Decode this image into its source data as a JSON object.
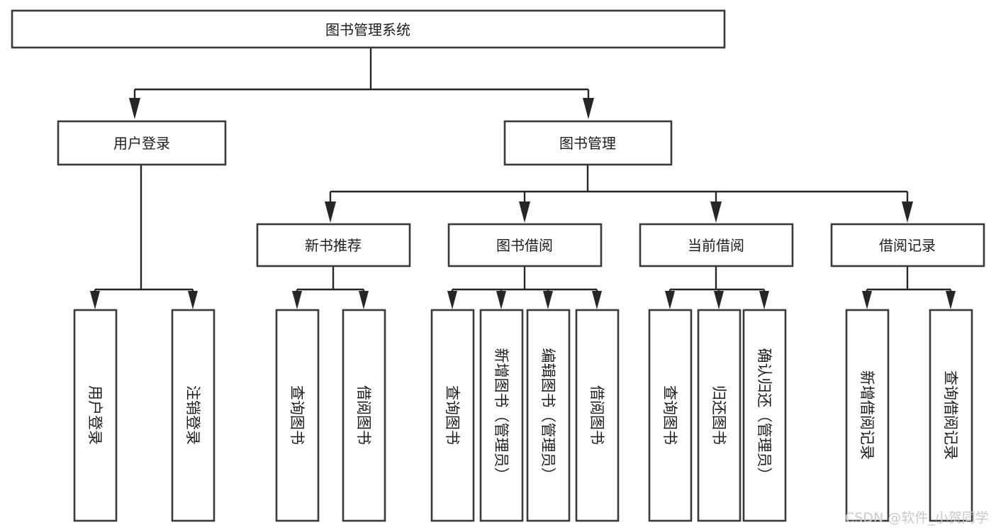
{
  "diagram": {
    "title": "图书管理系统",
    "type": "tree-hierarchy-chart",
    "root": {
      "label": "图书管理系统"
    },
    "level2": [
      {
        "label": "用户登录"
      },
      {
        "label": "图书管理"
      }
    ],
    "level3": [
      {
        "label": "新书推荐"
      },
      {
        "label": "图书借阅"
      },
      {
        "label": "当前借阅"
      },
      {
        "label": "借阅记录"
      }
    ],
    "leaves": {
      "user_login": [
        {
          "label": "用户登录"
        },
        {
          "label": "注销登录"
        }
      ],
      "new_book_recommend": [
        {
          "label": "查询图书"
        },
        {
          "label": "借阅图书"
        }
      ],
      "book_borrow": [
        {
          "label": "查询图书"
        },
        {
          "label": "新增图书（管理员）"
        },
        {
          "label": "编辑图书（管理员）"
        },
        {
          "label": "借阅图书"
        }
      ],
      "current_borrow": [
        {
          "label": "查询图书"
        },
        {
          "label": "归还图书"
        },
        {
          "label": "确认归还（管理员）"
        }
      ],
      "borrow_record": [
        {
          "label": "新增借阅记录"
        },
        {
          "label": "查询借阅记录"
        }
      ]
    },
    "watermark": "CSDN @软件_小贺同学",
    "colors": {
      "box_stroke": "#3a3a3a",
      "connector": "#262626",
      "text": "#1c1c1c",
      "background": "#ffffff",
      "watermark": "#c9c9c9"
    }
  }
}
